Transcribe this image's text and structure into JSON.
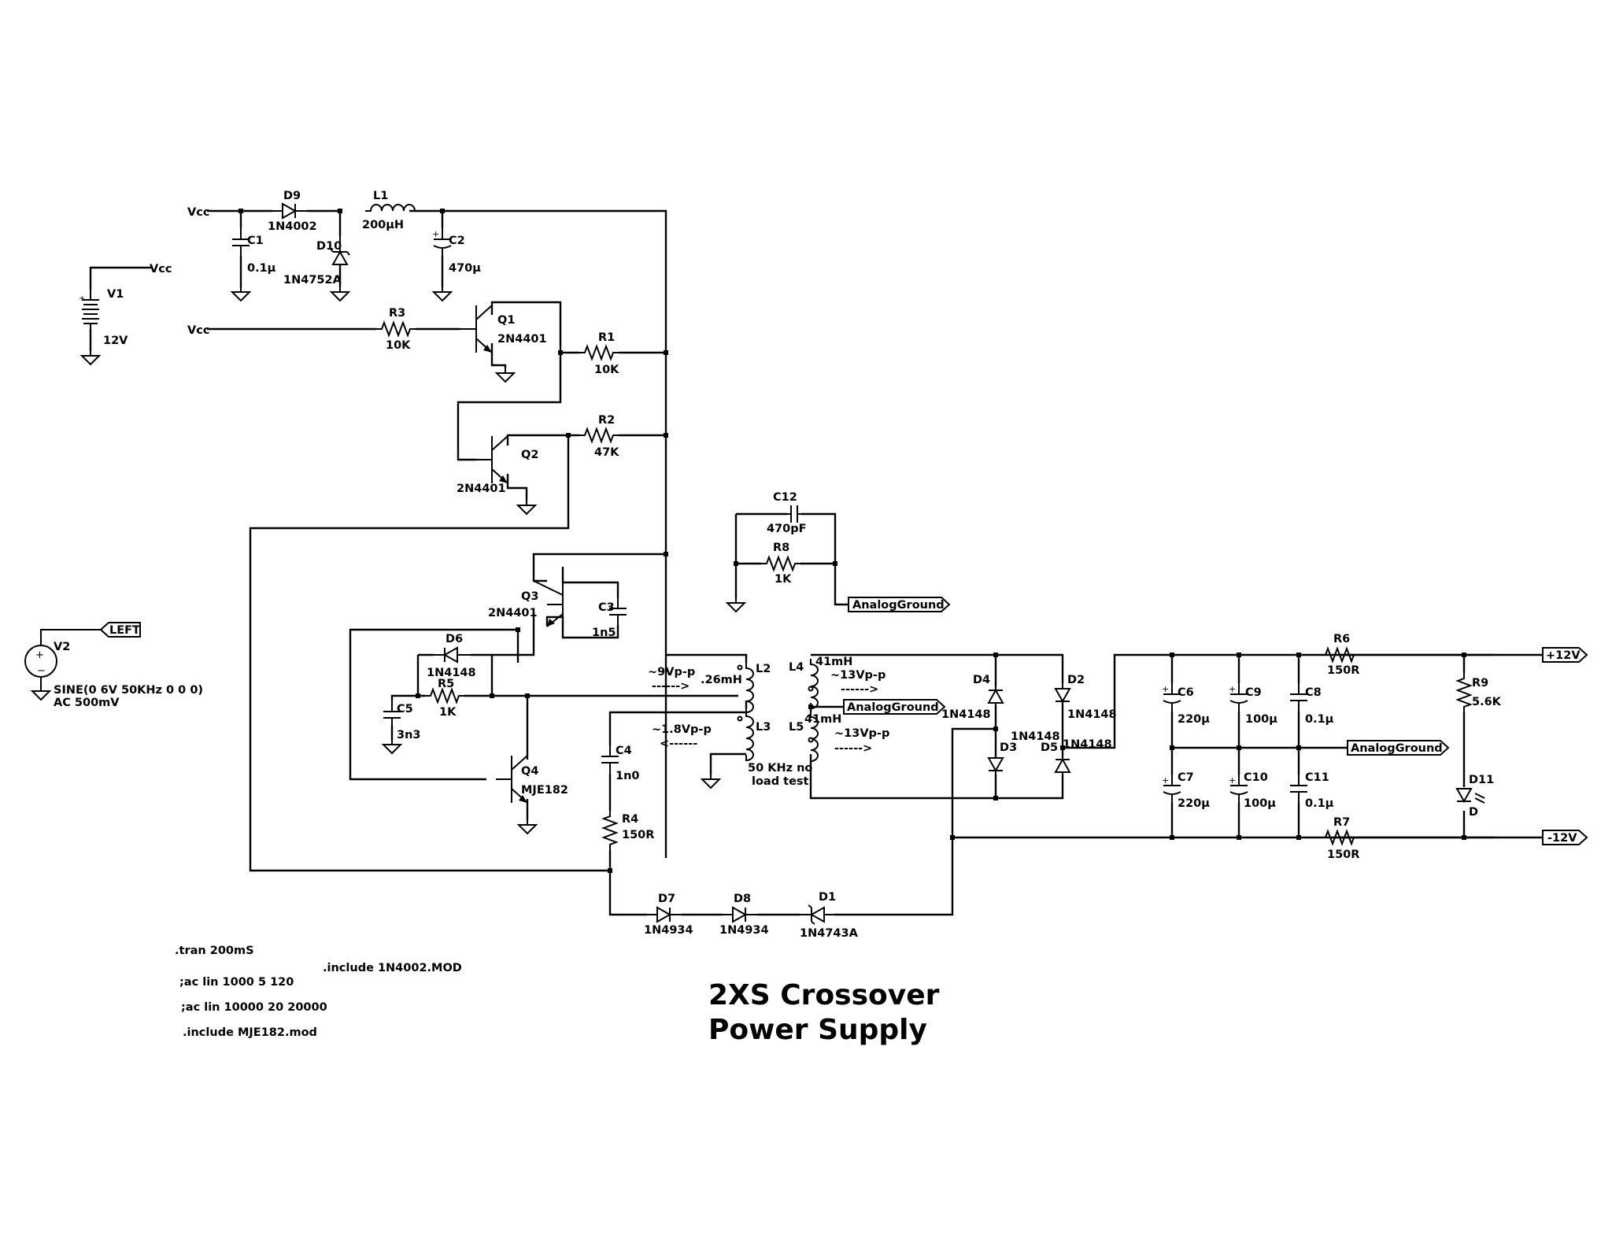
{
  "title": {
    "line1": "2XS Crossover",
    "line2": "Power Supply"
  },
  "directives": [
    ".tran 200mS",
    ".include 1N4002.MOD",
    ";ac lin 1000 5 120",
    ";ac lin 10000 20 20000",
    ".include MJE182.mod"
  ],
  "nets": {
    "vcc": "Vcc",
    "left": "LEFT",
    "agnd": "AnalogGround",
    "pos": "+12V",
    "neg": "-12V"
  },
  "v1": {
    "name": "V1",
    "value": "12V"
  },
  "v2": {
    "name": "V2",
    "value1": "SINE(0 6V 50KHz 0 0 0)",
    "value2": "AC 500mV"
  },
  "d9": {
    "name": "D9",
    "value": "1N4002"
  },
  "l1": {
    "name": "L1",
    "value": "200µH"
  },
  "c1": {
    "name": "C1",
    "value": "0.1µ"
  },
  "d10": {
    "name": "D10",
    "value": "1N4752A"
  },
  "c2": {
    "name": "C2",
    "value": "470µ"
  },
  "r3": {
    "name": "R3",
    "value": "10K"
  },
  "q1": {
    "name": "Q1",
    "value": "2N4401"
  },
  "r1": {
    "name": "R1",
    "value": "10K"
  },
  "r2": {
    "name": "R2",
    "value": "47K"
  },
  "q2": {
    "name": "Q2",
    "value": "2N4401"
  },
  "c12": {
    "name": "C12",
    "value": "470pF"
  },
  "r8": {
    "name": "R8",
    "value": "1K"
  },
  "q3": {
    "name": "Q3",
    "value": "2N4401"
  },
  "c3": {
    "name": "C3",
    "value": "1n5"
  },
  "d6": {
    "name": "D6",
    "value": "1N4148"
  },
  "r5": {
    "name": "R5",
    "value": "1K"
  },
  "c5": {
    "name": "C5",
    "value": "3n3"
  },
  "q4": {
    "name": "Q4",
    "value": "MJE182"
  },
  "c4": {
    "name": "C4",
    "value": "1n0"
  },
  "r4": {
    "name": "R4",
    "value": "150R"
  },
  "l2": {
    "name": "L2",
    "value": ".26mH"
  },
  "l3": {
    "name": "L3"
  },
  "l4": {
    "name": "L4",
    "value": "41mH"
  },
  "l5": {
    "name": "L5",
    "value": "41mH"
  },
  "notes": {
    "n9": "~9Vp-p",
    "n9a": "------>",
    "n18": "~1.8Vp-p",
    "n18a": "<------",
    "n13a": "~13Vp-p",
    "n13aa": "------>",
    "n13b": "~13Vp-p",
    "n13ba": "------>",
    "test1": "50 KHz no",
    "test2": "load test"
  },
  "d4": {
    "name": "D4",
    "value": "1N4148"
  },
  "d2": {
    "name": "D2",
    "value": "1N4148"
  },
  "d3": {
    "name": "D3",
    "value": "1N4148"
  },
  "d5": {
    "name": "D5",
    "value": "1N4148"
  },
  "c6": {
    "name": "C6",
    "value": "220µ"
  },
  "c9": {
    "name": "C9",
    "value": "100µ"
  },
  "c8": {
    "name": "C8",
    "value": "0.1µ"
  },
  "c7": {
    "name": "C7",
    "value": "220µ"
  },
  "c10": {
    "name": "C10",
    "value": "100µ"
  },
  "c11": {
    "name": "C11",
    "value": "0.1µ"
  },
  "r6": {
    "name": "R6",
    "value": "150R"
  },
  "r7": {
    "name": "R7",
    "value": "150R"
  },
  "r9": {
    "name": "R9",
    "value": "5.6K"
  },
  "d11": {
    "name": "D11",
    "value": "D"
  },
  "d7": {
    "name": "D7",
    "value": "1N4934"
  },
  "d8": {
    "name": "D8",
    "value": "1N4934"
  },
  "d1": {
    "name": "D1",
    "value": "1N4743A"
  }
}
